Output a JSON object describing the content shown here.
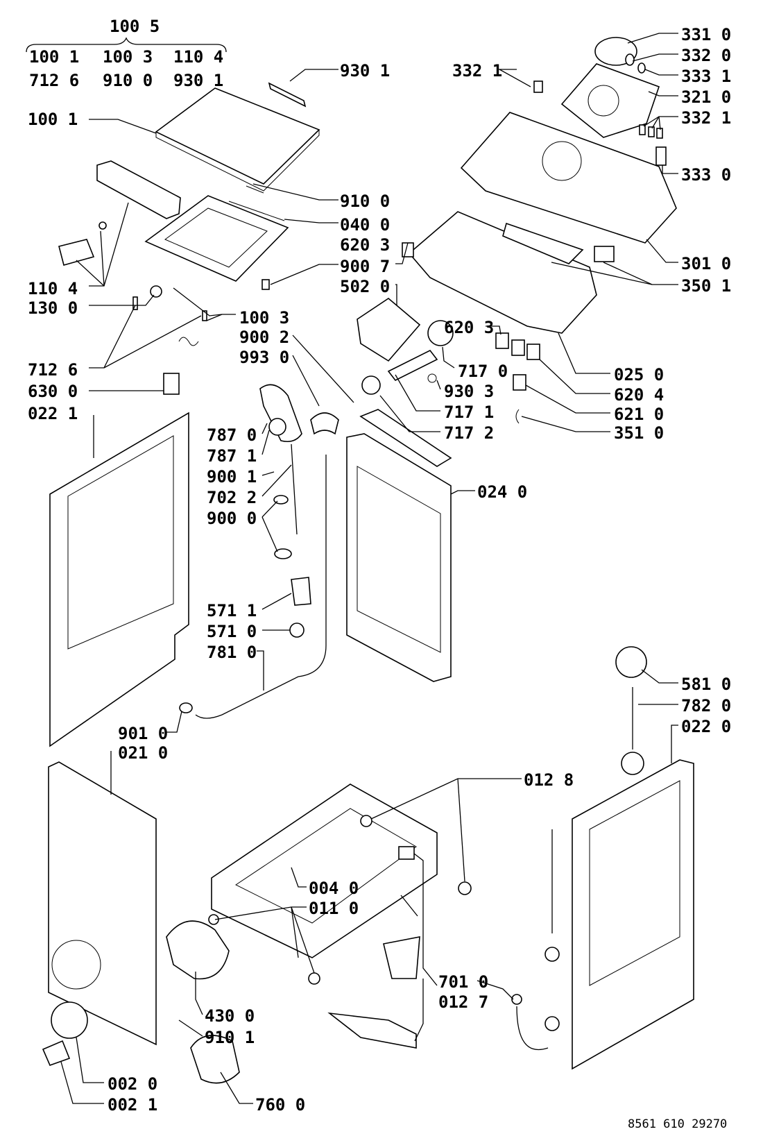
{
  "group_header": {
    "title": "100 5",
    "row1": [
      "100 1",
      "100 3",
      "110 4"
    ],
    "row2": [
      "712 6",
      "910 0",
      "930 1"
    ]
  },
  "labels": {
    "l_930_1_top": "930 1",
    "l_100_1": "100 1",
    "l_910_0": "910 0",
    "l_040_0": "040 0",
    "l_620_3_a": "620 3",
    "l_900_7": "900 7",
    "l_502_0": "502 0",
    "l_110_4": "110 4",
    "l_130_0": "130 0",
    "l_100_3": "100 3",
    "l_900_2": "900 2",
    "l_993_0": "993 0",
    "l_712_6": "712 6",
    "l_630_0": "630 0",
    "l_022_1": "022 1",
    "l_332_1_top": "332 1",
    "l_331_0": "331 0",
    "l_332_0": "332 0",
    "l_333_1": "333 1",
    "l_321_0": "321 0",
    "l_332_1_right": "332 1",
    "l_333_0": "333 0",
    "l_301_0": "301 0",
    "l_350_1": "350 1",
    "l_620_3_b": "620 3",
    "l_025_0": "025 0",
    "l_717_0": "717 0",
    "l_930_3": "930 3",
    "l_620_4": "620 4",
    "l_717_1": "717 1",
    "l_621_0": "621 0",
    "l_717_2": "717 2",
    "l_351_0": "351 0",
    "l_024_0": "024 0",
    "l_787_0": "787 0",
    "l_787_1": "787 1",
    "l_900_1": "900 1",
    "l_702_2": "702 2",
    "l_900_0": "900 0",
    "l_571_1": "571 1",
    "l_571_0": "571 0",
    "l_781_0": "781 0",
    "l_901_0": "901 0",
    "l_021_0": "021 0",
    "l_581_0": "581 0",
    "l_782_0": "782 0",
    "l_022_0": "022 0",
    "l_012_8": "012 8",
    "l_004_0": "004 0",
    "l_011_0": "011 0",
    "l_701_0": "701 0",
    "l_012_7": "012 7",
    "l_430_0": "430 0",
    "l_910_1": "910 1",
    "l_002_0": "002 0",
    "l_002_1": "002 1",
    "l_760_0": "760 0"
  },
  "doc_number": "8561 610 29270"
}
